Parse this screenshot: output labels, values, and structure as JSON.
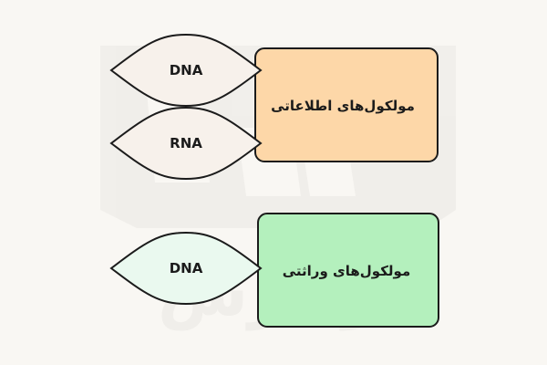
{
  "diagram": {
    "groups": [
      {
        "box_label": "مولکول‌های اطلاعاتی",
        "box_fill": "#fdd7a8",
        "diamonds": [
          {
            "label": "DNA",
            "fill": "#f7f1eb"
          },
          {
            "label": "RNA",
            "fill": "#f7f1eb"
          }
        ]
      },
      {
        "box_label": "مولکول‌های وراثتی",
        "box_fill": "#b4f0bd",
        "diamonds": [
          {
            "label": "DNA",
            "fill": "#eaf9ef"
          }
        ]
      }
    ],
    "stroke_color": "#1b1b1b",
    "background_color": "#f9f7f3"
  },
  "watermark": {
    "text": "فرادرس"
  }
}
